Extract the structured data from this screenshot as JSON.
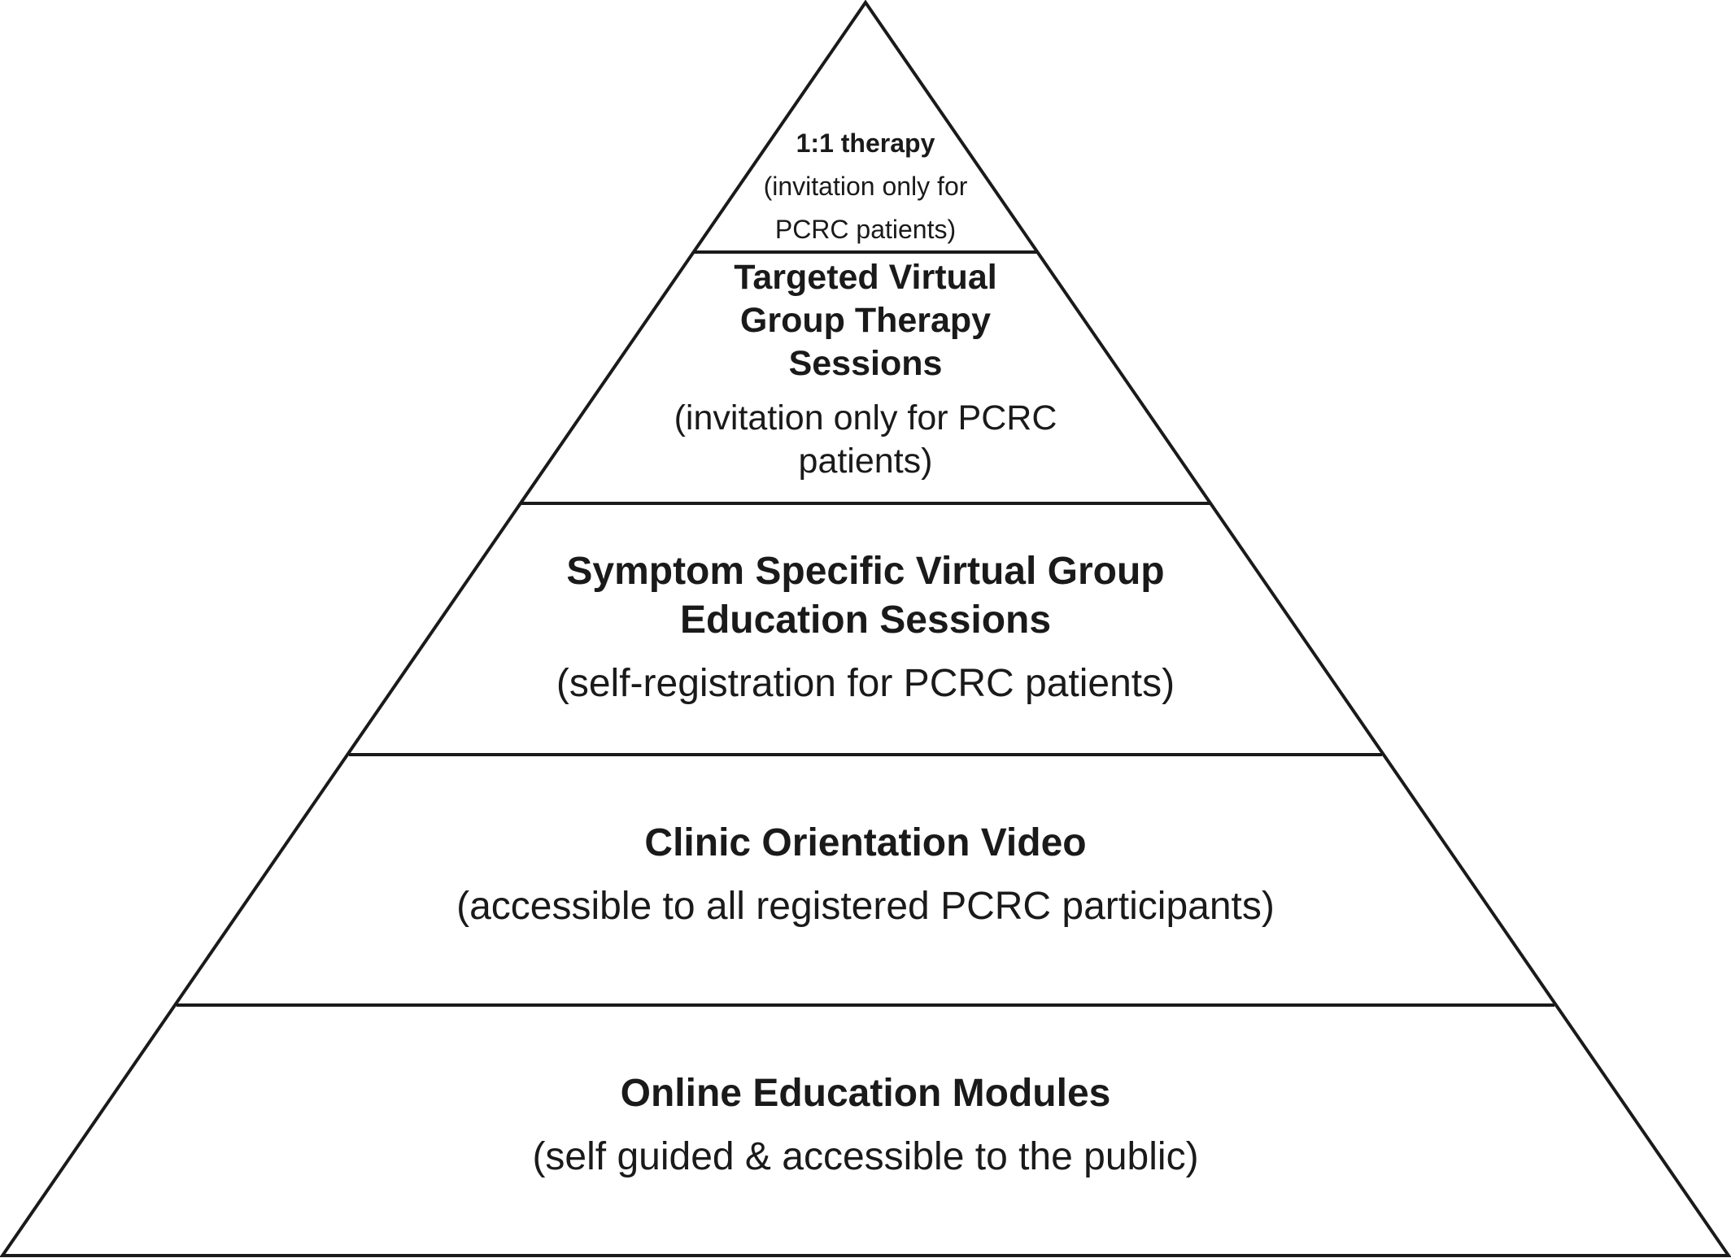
{
  "pyramid": {
    "tiers": [
      {
        "title": "1:1 therapy",
        "detail_lines": [
          "(invitation only for",
          "PCRC patients)"
        ]
      },
      {
        "title_lines": [
          "Targeted Virtual",
          "Group Therapy",
          "Sessions"
        ],
        "detail_lines": [
          "(invitation only for PCRC",
          "patients)"
        ]
      },
      {
        "title_lines": [
          "Symptom Specific Virtual Group",
          "Education Sessions"
        ],
        "detail": "(self-registration for PCRC patients)"
      },
      {
        "title": "Clinic Orientation Video",
        "detail": "(accessible to all registered PCRC participants)"
      },
      {
        "title": "Online Education Modules",
        "detail": "(self guided & accessible to the public)"
      }
    ],
    "colors": {
      "stroke": "#1a1a1a",
      "fill": "#ffffff",
      "text": "#1a1a1a"
    }
  }
}
